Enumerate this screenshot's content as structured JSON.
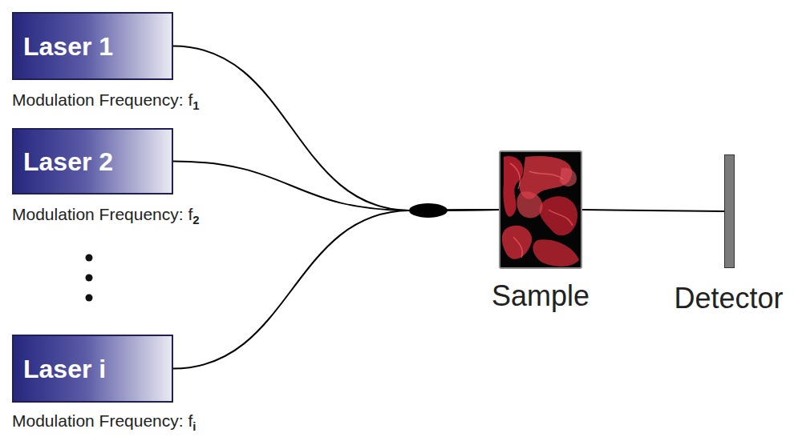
{
  "diagram": {
    "nodes": [
      {
        "text": [
          "Laser 1",
          "Modulation Frequency: f1"
        ]
      },
      {
        "text": [
          "Laser 2",
          "Modulation Frequency: f2"
        ]
      },
      {
        "text": [
          "Laser i",
          "Modulation Frequency: fi"
        ]
      },
      {
        "text": [
          "Sample"
        ]
      },
      {
        "text": [
          "Detector"
        ]
      }
    ],
    "edges": [
      {
        "from": 0,
        "to": 3,
        "arrow": "none"
      },
      {
        "from": 1,
        "to": 3,
        "arrow": "none"
      },
      {
        "from": 2,
        "to": 3,
        "arrow": "none"
      },
      {
        "from": 3,
        "to": 4,
        "arrow": "none"
      }
    ]
  }
}
